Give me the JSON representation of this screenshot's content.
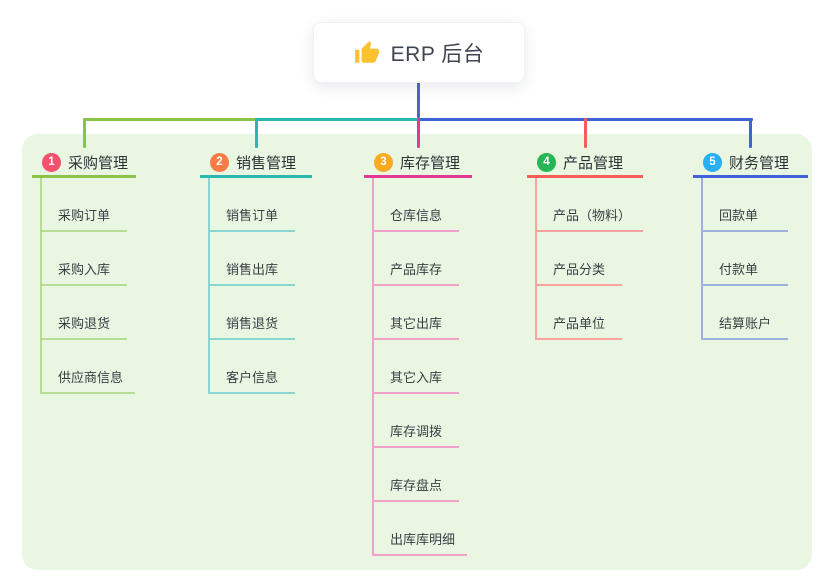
{
  "root": {
    "title": "ERP 后台",
    "icon": "thumbs-up-icon",
    "icon_color": "#f9c22e",
    "connector_color": "#5163c9"
  },
  "panel_color": "#e8f6e2",
  "branches": [
    {
      "number": "1",
      "label": "采购管理",
      "badge_color": "#f5516c",
      "line_color": "#8bc34a",
      "child_line_color": "#b7dc94",
      "children": [
        "采购订单",
        "采购入库",
        "采购退货",
        "供应商信息"
      ]
    },
    {
      "number": "2",
      "label": "销售管理",
      "badge_color": "#f97b45",
      "line_color": "#2ab7af",
      "child_line_color": "#8ad5cf",
      "children": [
        "销售订单",
        "销售出库",
        "销售退货",
        "客户信息"
      ]
    },
    {
      "number": "3",
      "label": "库存管理",
      "badge_color": "#fbab1f",
      "line_color": "#e23a92",
      "child_line_color": "#f0a0ca",
      "children": [
        "仓库信息",
        "产品库存",
        "其它出库",
        "其它入库",
        "库存调拨",
        "库存盘点",
        "出库库明细"
      ]
    },
    {
      "number": "4",
      "label": "产品管理",
      "badge_color": "#27b656",
      "line_color": "#f85d58",
      "child_line_color": "#fba3a0",
      "children": [
        "产品（物料）",
        "产品分类",
        "产品单位"
      ]
    },
    {
      "number": "5",
      "label": "财务管理",
      "badge_color": "#28aef3",
      "line_color": "#3f62d9",
      "child_line_color": "#9fb0dc",
      "children": [
        "回款单",
        "付款单",
        "结算账户"
      ]
    }
  ]
}
